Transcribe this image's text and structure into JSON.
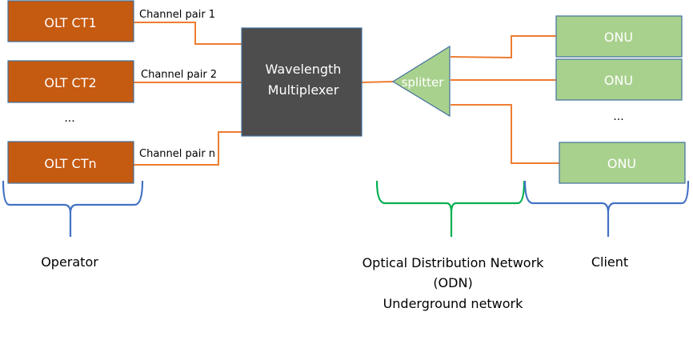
{
  "diagram": {
    "title": "WDM-PON architecture",
    "olts": [
      {
        "label": "OLT CT1",
        "channel_label": "Channel pair 1"
      },
      {
        "label": "OLT CT2",
        "channel_label": "Channel pair 2"
      },
      {
        "label": "OLT CTn",
        "channel_label": "Channel pair n"
      }
    ],
    "olt_ellipsis": "...",
    "multiplexer": {
      "line1": "Wavelength",
      "line2": "Multiplexer"
    },
    "splitter": {
      "label": "splitter"
    },
    "onus": [
      {
        "label": "ONU"
      },
      {
        "label": "ONU"
      },
      {
        "label": "ONU"
      }
    ],
    "onu_ellipsis": "...",
    "groups": {
      "operator": {
        "label": "Operator"
      },
      "odn": {
        "line1": "Optical Distribution Network",
        "line2": "(ODN)",
        "line3": "Underground network"
      },
      "client": {
        "label": "Client"
      }
    },
    "colors": {
      "olt_fill": "#C55A11",
      "box_border": "#41719C",
      "mux_fill": "#4D4D4D",
      "green_fill": "#A9D18E",
      "link": "#ED7D31",
      "brace_blue": "#4472C4",
      "brace_green": "#00B050"
    }
  }
}
